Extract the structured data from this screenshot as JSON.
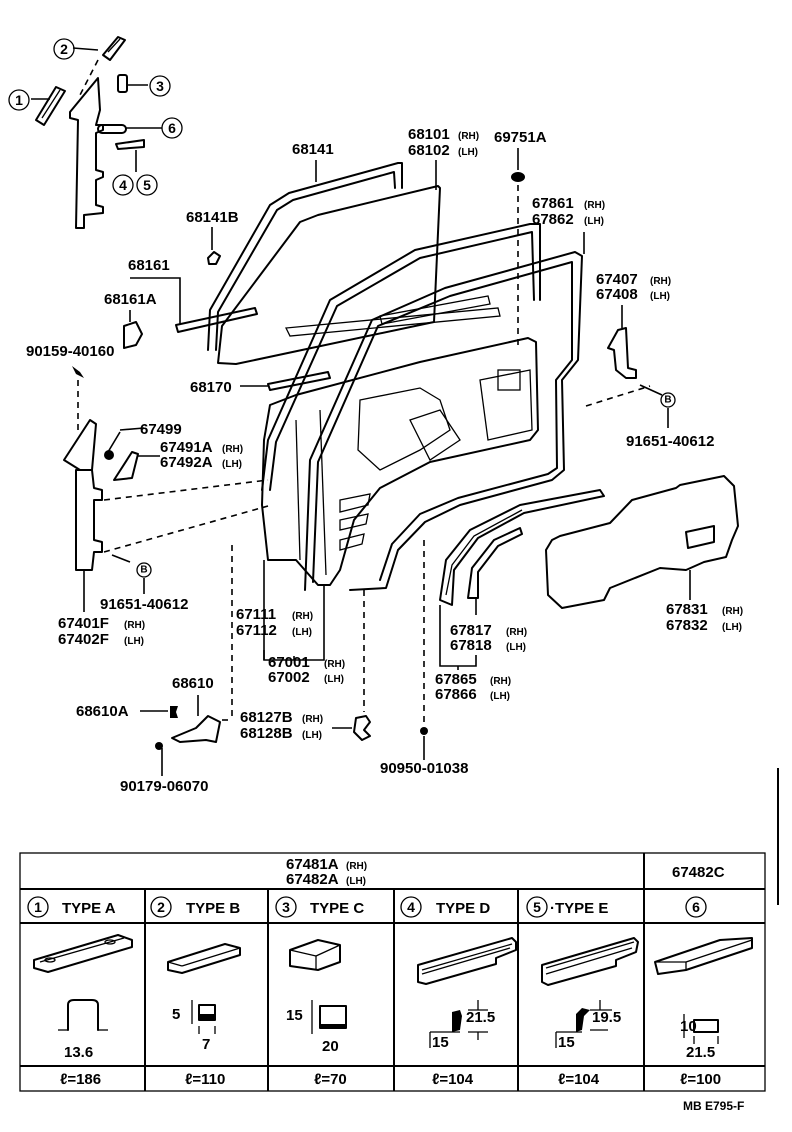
{
  "diagram": {
    "drawing_code": "MB  E795-F",
    "callouts": {
      "c1": "1",
      "c2": "2",
      "c3": "3",
      "c4": "4",
      "c5": "5",
      "c6": "6",
      "cB1": "B",
      "cB2": "B"
    },
    "parts": {
      "p68141": "68141",
      "p68101": "68101",
      "p68102": "68102",
      "p69751A": "69751A",
      "p68141B": "68141B",
      "p67861": "67861",
      "p67862": "67862",
      "p68161": "68161",
      "p68161A": "68161A",
      "p67407": "67407",
      "p67408": "67408",
      "p90159": "90159-40160",
      "p68170": "68170",
      "p67499": "67499",
      "p67491A": "67491A",
      "p67492A": "67492A",
      "p91651a": "91651-40612",
      "p91651b": "91651-40612",
      "p67401F": "67401F",
      "p67402F": "67402F",
      "p67111": "67111",
      "p67112": "67112",
      "p67001": "67001",
      "p67002": "67002",
      "p67817": "67817",
      "p67818": "67818",
      "p67865": "67865",
      "p67866": "67866",
      "p67831": "67831",
      "p67832": "67832",
      "p68610": "68610",
      "p68610A": "68610A",
      "p68127B": "68127B",
      "p68128B": "68128B",
      "p90179": "90179-06070",
      "p90950": "90950-01038"
    },
    "side": {
      "rh": "(RH)",
      "lh": "(LH)"
    }
  },
  "table": {
    "group1_header_rh": "67481A",
    "group1_header_lh": "67482A",
    "group2_header": "67482C",
    "side_rh": "(RH)",
    "side_lh": "(LH)",
    "columns": [
      {
        "num": "1",
        "type": "TYPE  A",
        "dims": [
          "13.6"
        ],
        "length": "ℓ=186"
      },
      {
        "num": "2",
        "type": "TYPE  B",
        "dims": [
          "5",
          "7"
        ],
        "length": "ℓ=110"
      },
      {
        "num": "3",
        "type": "TYPE  C",
        "dims": [
          "15",
          "20"
        ],
        "length": "ℓ=70"
      },
      {
        "num": "4",
        "type": "TYPE  D",
        "dims": [
          "21.5",
          "15"
        ],
        "length": "ℓ=104"
      },
      {
        "num": "5",
        "type": "·TYPE  E",
        "dims": [
          "19.5",
          "15"
        ],
        "length": "ℓ=104"
      },
      {
        "num": "6",
        "type": "",
        "dims": [
          "10",
          "21.5"
        ],
        "length": "ℓ=100"
      }
    ]
  }
}
